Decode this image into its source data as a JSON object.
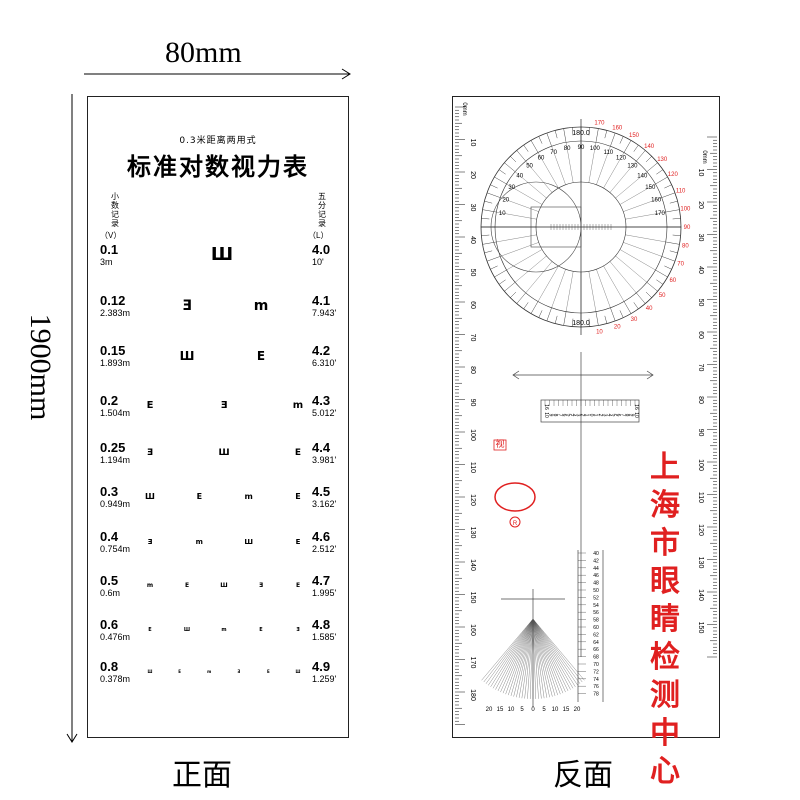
{
  "width_label": "80mm",
  "height_label": "1900mm",
  "front": {
    "caption": "正面",
    "subtitle": "0.3米距离两用式",
    "title": "标准对数视力表",
    "left_header": [
      "小",
      "数",
      "记",
      "录",
      "（V）"
    ],
    "right_header": [
      "五",
      "分",
      "记",
      "录",
      "（L）"
    ],
    "rows": [
      {
        "dec": "0.1",
        "dist": "3m",
        "five": "4.0",
        "vis": "10'",
        "optos": [
          "Ш"
        ]
      },
      {
        "dec": "0.12",
        "dist": "2.383m",
        "five": "4.1",
        "vis": "7.943'",
        "optos": [
          "Ǝ",
          "m"
        ]
      },
      {
        "dec": "0.15",
        "dist": "1.893m",
        "five": "4.2",
        "vis": "6.310'",
        "optos": [
          "Ш",
          "E"
        ]
      },
      {
        "dec": "0.2",
        "dist": "1.504m",
        "five": "4.3",
        "vis": "5.012'",
        "optos": [
          "E",
          "Ǝ",
          "m"
        ]
      },
      {
        "dec": "0.25",
        "dist": "1.194m",
        "five": "4.4",
        "vis": "3.981'",
        "optos": [
          "Ǝ",
          "Ш",
          "E"
        ]
      },
      {
        "dec": "0.3",
        "dist": "0.949m",
        "five": "4.5",
        "vis": "3.162'",
        "optos": [
          "Ш",
          "E",
          "m",
          "E"
        ]
      },
      {
        "dec": "0.4",
        "dist": "0.754m",
        "five": "4.6",
        "vis": "2.512'",
        "optos": [
          "Ǝ",
          "m",
          "Ш",
          "E"
        ]
      },
      {
        "dec": "0.5",
        "dist": "0.6m",
        "five": "4.7",
        "vis": "1.995'",
        "optos": [
          "m",
          "E",
          "Ш",
          "Ǝ",
          "E"
        ]
      },
      {
        "dec": "0.6",
        "dist": "0.476m",
        "five": "4.8",
        "vis": "1.585'",
        "optos": [
          "E",
          "Ш",
          "m",
          "E",
          "Ǝ"
        ]
      },
      {
        "dec": "0.8",
        "dist": "0.378m",
        "five": "4.9",
        "vis": "1.259'",
        "optos": [
          "Ш",
          "E",
          "m",
          "Ǝ",
          "E",
          "Ш"
        ]
      }
    ]
  },
  "back": {
    "caption": "反面",
    "vertical_text": [
      "上",
      "海",
      "市",
      "眼",
      "睛",
      "检",
      "测",
      "中",
      "心"
    ],
    "ruler_unit": "0mm",
    "ruler_left_labels": [
      "10",
      "20",
      "30",
      "40",
      "50",
      "60",
      "70",
      "80",
      "90",
      "100",
      "110",
      "120",
      "130",
      "140",
      "150",
      "160",
      "170",
      "180"
    ],
    "ruler_right_labels": [
      "10",
      "20",
      "30",
      "40",
      "50",
      "60",
      "70",
      "80",
      "90",
      "100",
      "110",
      "120",
      "130",
      "140",
      "150"
    ],
    "protractor_top": "180.0",
    "protractor_bottom": "180.0",
    "protractor_left_labels": [
      "10",
      "20",
      "30",
      "40",
      "50",
      "60",
      "70",
      "80",
      "90",
      "100",
      "110",
      "120",
      "130",
      "140",
      "150",
      "160",
      "170"
    ],
    "protractor_right_labels": [
      "10",
      "20",
      "30",
      "40",
      "50",
      "60",
      "70",
      "80",
      "90"
    ],
    "protractor_red_labels": [
      "170",
      "160",
      "150",
      "140",
      "130",
      "120",
      "110",
      "100",
      "90",
      "80",
      "70",
      "60",
      "50",
      "40",
      "30",
      "20",
      "10"
    ],
    "pd_scale": [
      "10",
      "9",
      "8",
      "7",
      "6",
      "5",
      "4",
      "3",
      "2",
      "1",
      "0",
      "1",
      "2",
      "3",
      "4",
      "5",
      "6",
      "7",
      "8",
      "9",
      "10"
    ],
    "pd_scale_end_left": "16",
    "pd_scale_end_right": "16",
    "pd_vertical": [
      "40",
      "42",
      "44",
      "46",
      "48",
      "50",
      "52",
      "54",
      "56",
      "58",
      "60",
      "62",
      "64",
      "66",
      "68",
      "70",
      "72",
      "74",
      "76",
      "78"
    ],
    "fan_labels": [
      "20",
      "15",
      "10",
      "5",
      "0",
      "5",
      "10",
      "15",
      "20"
    ],
    "logo_text": "视",
    "registered": "R"
  }
}
